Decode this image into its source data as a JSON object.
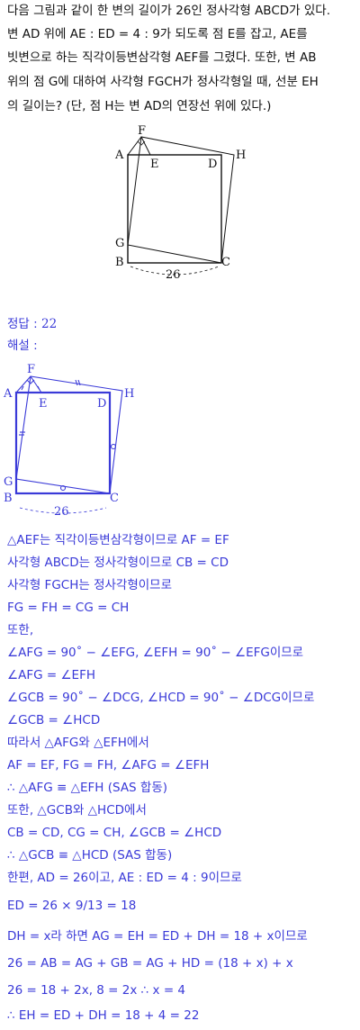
{
  "problem": {
    "l1": "다음 그림과 같이 한 변의 길이가 26인 정사각형 ABCD가 있다.",
    "l2": "변 AD 위에 AE : ED = 4 : 9가 되도록 점 E를 잡고, AE를",
    "l3": "빗변으로 하는 직각이등변삼각형 AEF를 그렸다. 또한, 변 AB",
    "l4": "위의 점 G에 대하여 사각형 FGCH가 정사각형일 때, 선분 EH",
    "l5": "의 길이는? (단, 점 H는 변 AD의 연장선 위에 있다.)"
  },
  "fig1": {
    "F": "F",
    "A": "A",
    "E": "E",
    "D": "D",
    "H": "H",
    "G": "G",
    "B": "B",
    "C": "C",
    "side": "26"
  },
  "answer": {
    "label": "정답 :",
    "value": "22"
  },
  "solution_label": "해설 :",
  "fig2": {
    "F": "F",
    "A": "A",
    "E": "E",
    "D": "D",
    "H": "H",
    "G": "G",
    "B": "B",
    "C": "C",
    "side": "26"
  },
  "solution": [
    "△AEF는 직각이등변삼각형이므로 AF = EF",
    "사각형 ABCD는 정사각형이므로 CB = CD",
    "사각형 FGCH는 정사각형이므로",
    "FG = FH = CG = CH",
    "또한,",
    "∠AFG = 90˚ − ∠EFG, ∠EFH = 90˚ − ∠EFG이므로",
    "∠AFG = ∠EFH",
    "∠GCB = 90˚ − ∠DCG, ∠HCD = 90˚ − ∠DCG이므로",
    "∠GCB = ∠HCD",
    "따라서 △AFG와 △EFH에서",
    "AF = EF, FG = FH, ∠AFG = ∠EFH",
    "∴ △AFG ≡ △EFH (SAS 합동)",
    "또한, △GCB와 △HCD에서",
    "CB = CD, CG = CH, ∠GCB = ∠HCD",
    "∴ △GCB ≡ △HCD (SAS 합동)",
    "한편, AD = 26이고, AE : ED = 4 : 9이므로",
    "ED = 26 × 9/13 = 18",
    "DH = x라 하면 AG = EH = ED + DH = 18 + x이므로",
    "26 = AB = AG + GB = AG + HD = (18 + x) + x",
    "26 = 18 + 2x, 8 = 2x      ∴ x = 4",
    "∴ EH = ED + DH = 18 + 4 = 22"
  ]
}
